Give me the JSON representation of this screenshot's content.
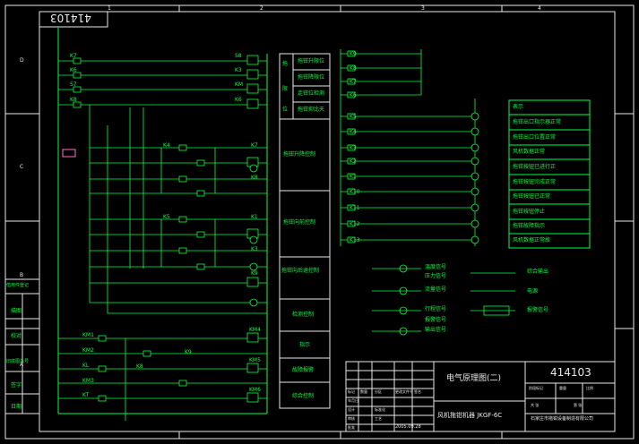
{
  "drawing": {
    "number_rotated": "414103",
    "grid_top": [
      "1",
      "2",
      "3",
      "4"
    ],
    "grid_left": [
      "D",
      "C",
      "B",
      "A"
    ]
  },
  "function_labels": [
    "拖钳升限位",
    "拖钳降限位",
    "走钳位检测",
    "拖钳抑比天",
    "拖钳升降控制",
    "拖钳向前控制",
    "拖钳向后退控制",
    "检测控制",
    "指示",
    "故障报警",
    "综合控制"
  ],
  "function_short": [
    "拖",
    "限",
    "位"
  ],
  "indicator_labels": [
    "表示",
    "拖钳出口指示器正常",
    "拖钳出口位置正常",
    "风机数据正常",
    "拖钳按钮已进行正",
    "拖钳按钮完成正常",
    "拖钳按钮已正常",
    "拖钳按钮停止",
    "拖钳故障指示",
    "风机数据正常故"
  ],
  "left_panel": [
    "借用件登记",
    "描图",
    "校对",
    "旧底图总号",
    "签字",
    "日期"
  ],
  "title_block": {
    "drawing_title": "电气原理图(二)",
    "drawing_number": "414103",
    "product": "风机拖钳机器 JKGF-6C",
    "company": "石家庄市拖钳设备制造有限公司",
    "misc": [
      "标记",
      "数量",
      "分区",
      "更改文件号",
      "签名",
      "年月日",
      "设计",
      "标准化",
      "审核",
      "工艺",
      "批准",
      "阶段标记",
      "重量",
      "比例",
      "共 张",
      "第 张"
    ],
    "date": "2005.09.28"
  },
  "terminals_left": [
    "K7",
    "K6",
    "S7",
    "K8",
    "S8",
    "K3",
    "KM",
    "K6",
    "K7",
    "K8",
    "K1",
    "K3",
    "K9",
    "K4",
    "K5",
    "KM1",
    "KM2",
    "KL",
    "KM3",
    "KT",
    "K8",
    "K9",
    "KM4",
    "KM5",
    "KM6"
  ],
  "terminals_right_input": [
    "K9",
    "K8",
    "K7",
    "K6",
    "K5",
    "K4",
    "K3",
    "K2",
    "K1",
    "K10",
    "K11",
    "K12",
    "K13"
  ],
  "sensor_labels": [
    "温度信号",
    "压力信号",
    "流量信号",
    "行程信号",
    "报警信号",
    "输出信号"
  ],
  "extra_labels": [
    "综合输出",
    "电源",
    "报警信号"
  ],
  "colors": {
    "line": "#00ff3c",
    "frame": "#e8e8e8",
    "background": "#000000"
  }
}
